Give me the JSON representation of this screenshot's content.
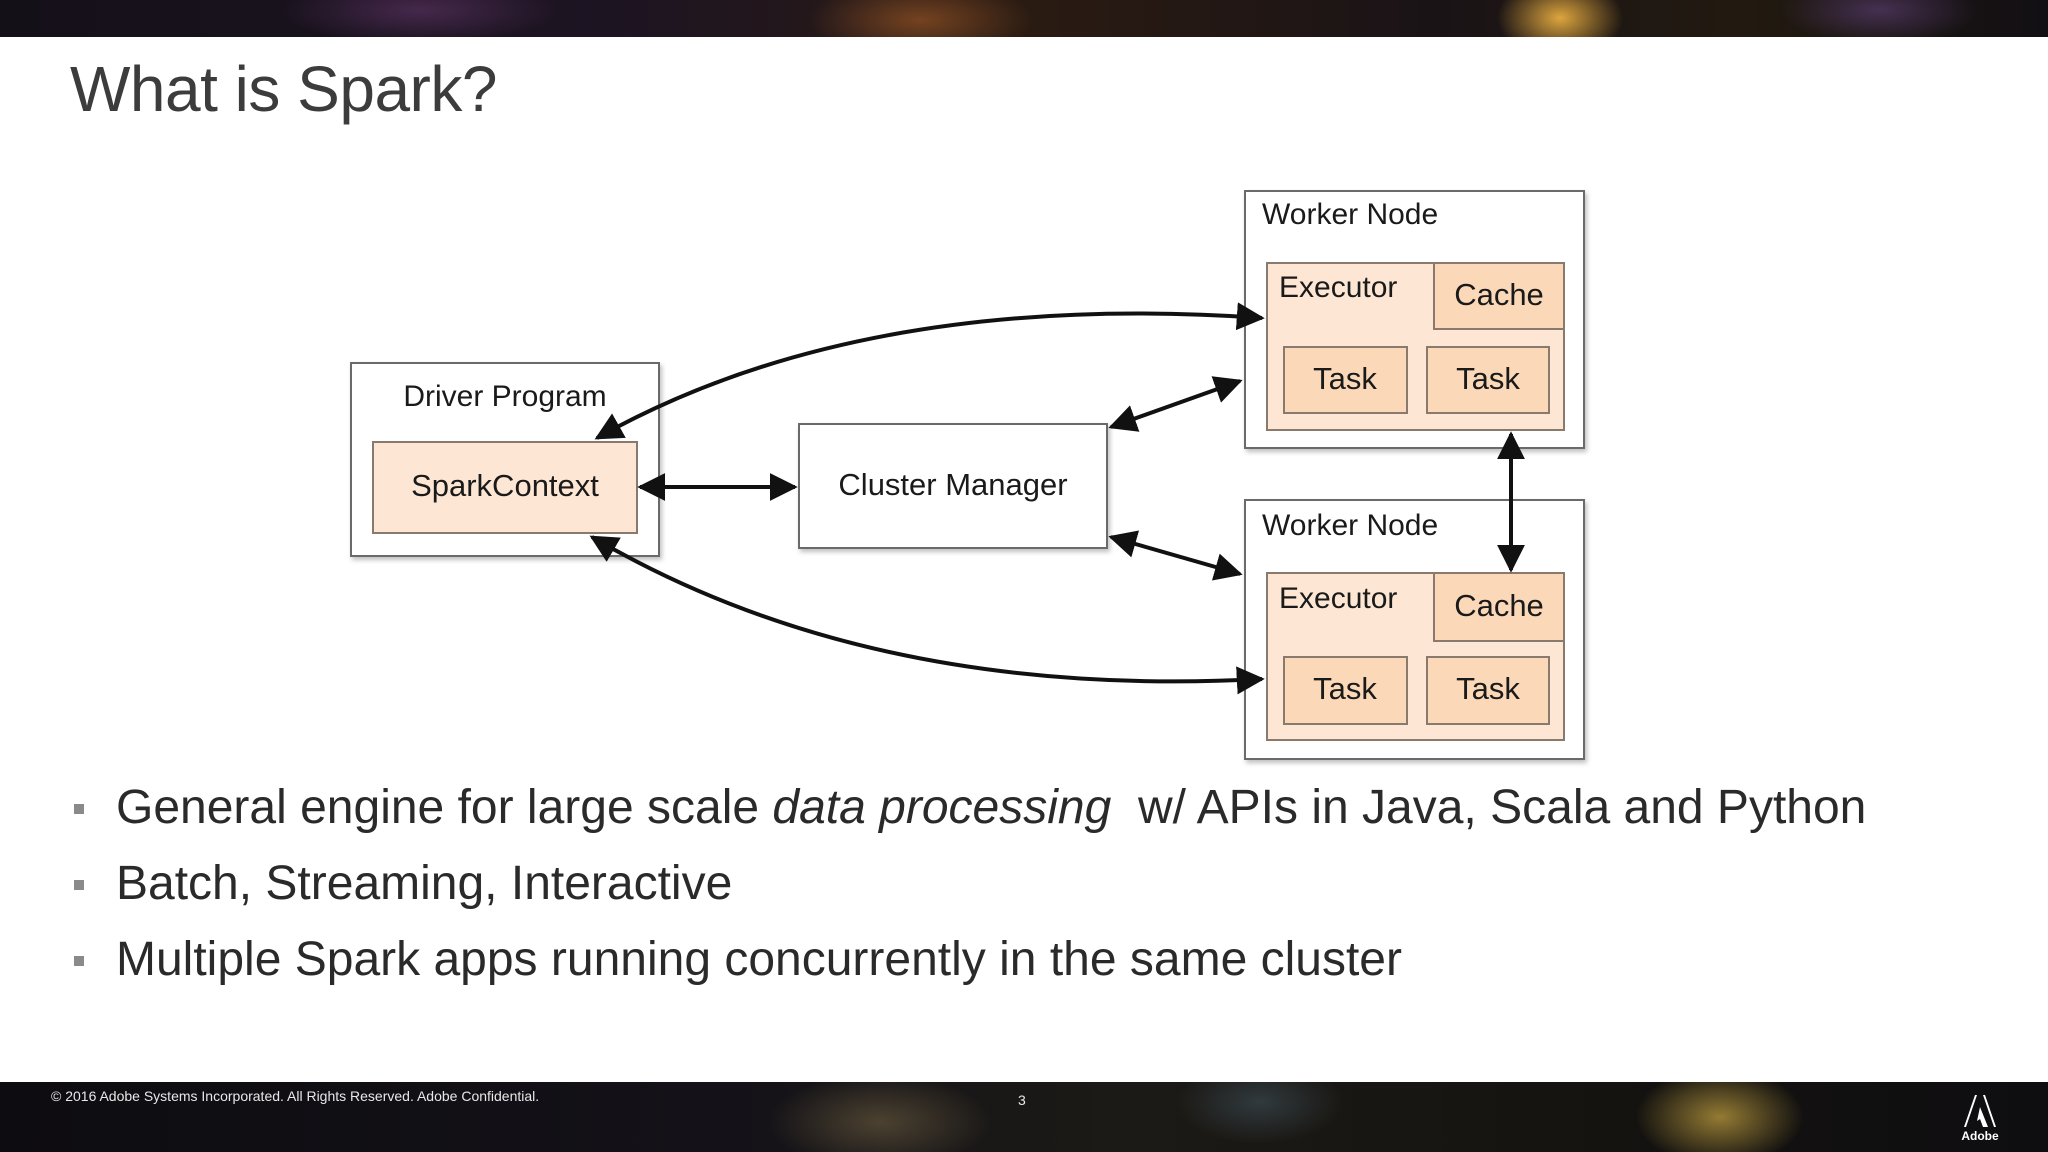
{
  "slide": {
    "title": "What is Spark?",
    "page_number": "3",
    "footer": "© 2016 Adobe Systems Incorporated.  All Rights Reserved.  Adobe Confidential.",
    "logo_text": "Adobe"
  },
  "diagram": {
    "driver_program": {
      "label": "Driver Program",
      "spark_context": "SparkContext"
    },
    "cluster_manager": "Cluster Manager",
    "worker_nodes": [
      {
        "label": "Worker Node",
        "executor": "Executor",
        "cache": "Cache",
        "tasks": [
          "Task",
          "Task"
        ]
      },
      {
        "label": "Worker Node",
        "executor": "Executor",
        "cache": "Cache",
        "tasks": [
          "Task",
          "Task"
        ]
      }
    ]
  },
  "bullets": {
    "items": [
      {
        "before": "General engine for large scale ",
        "emphasis": "data processing",
        "after": "  w/ APIs in Java, Scala and Python"
      },
      {
        "before": "Batch, Streaming, Interactive",
        "emphasis": "",
        "after": ""
      },
      {
        "before": "Multiple Spark apps running concurrently in the same cluster",
        "emphasis": "",
        "after": ""
      }
    ]
  },
  "colors": {
    "box_fill": "#fde7d4",
    "box_stroke": "#8a7a6e",
    "frame_stroke": "#6a6a6a",
    "arrow": "#111111"
  }
}
